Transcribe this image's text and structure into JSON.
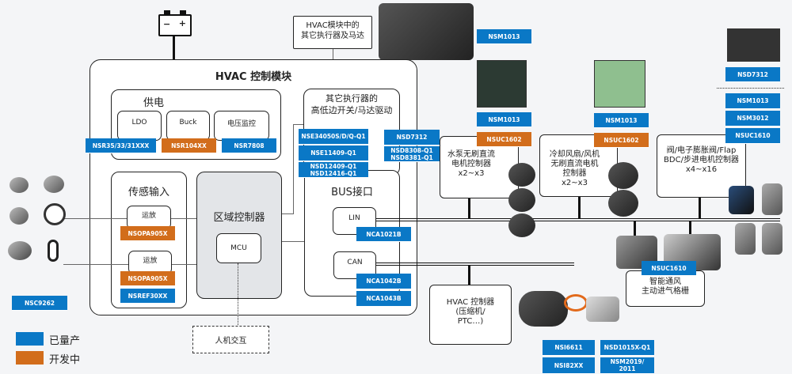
{
  "colors": {
    "mass_production": "#0a78c6",
    "in_development": "#d26d1b"
  },
  "hvac_module": {
    "title": "HVAC 控制模块"
  },
  "power": {
    "title": "供电",
    "ldo": "LDO",
    "buck": "Buck",
    "voltage_monitor": "电压监控",
    "tags": [
      "NSR35/33/31XXX",
      "NSR104XX",
      "NSR7808"
    ]
  },
  "sensor": {
    "title": "传感输入",
    "opamp1": "运放",
    "opamp2": "运放",
    "tags": [
      "NSOPA905X",
      "NSOPA905X",
      "NSREF30XX"
    ]
  },
  "zone": {
    "title": "区域控制器",
    "mcu": "MCU"
  },
  "hmi": {
    "label": "人机交互"
  },
  "actuator": {
    "title_1": "其它执行器的",
    "title_2": "高低边开关/马达驱动",
    "tags": [
      "NSE34050S/D/Q-Q1",
      "NSE11409-Q1",
      "NSD12409-Q1",
      "NSD12416-Q1",
      "NSD7312",
      "NSD8308-Q1",
      "NSD8381-Q1"
    ]
  },
  "bus": {
    "title": "BUS接口",
    "lin": "LIN",
    "can": "CAN",
    "tags": [
      "NCA1021B",
      "NCA1042B",
      "NCA1043B"
    ]
  },
  "other_motors": {
    "line1": "HVAC模块中的",
    "line2": "其它执行器及马达",
    "tag": "NSM1013"
  },
  "pump": {
    "line1": "水泵无刷直流",
    "line2": "电机控制器",
    "line3": "x2~x3",
    "tags": [
      "NSM1013",
      "NSUC1602"
    ]
  },
  "fan": {
    "line1": "冷却风扇/风机",
    "line2": "无刷直流电机",
    "line3": "控制器",
    "line4": "x2~x3",
    "tags": [
      "NSM1013",
      "NSUC1602"
    ]
  },
  "valve": {
    "line1": "阀/电子膨胀阀/Flap",
    "line2": "BDC/步进电机控制器",
    "line3": "x4~x16",
    "tags": [
      "NSD7312",
      "NSM1013",
      "NSM3012",
      "NSUC1610"
    ]
  },
  "vent": {
    "line1": "智能通风",
    "line2": "主动进气格栅",
    "tag": "NSUC1610"
  },
  "hvac_ctrl": {
    "line1": "HVAC 控制器",
    "line2": "(压缩机/",
    "line3": "PTC…)",
    "tags": [
      "NSI6611",
      "NSD1015X-Q1",
      "NSI82XX",
      "NSM2019/",
      "2011"
    ]
  },
  "nsc": "NSC9262",
  "legend": {
    "mass": "已量产",
    "dev": "开发中"
  }
}
